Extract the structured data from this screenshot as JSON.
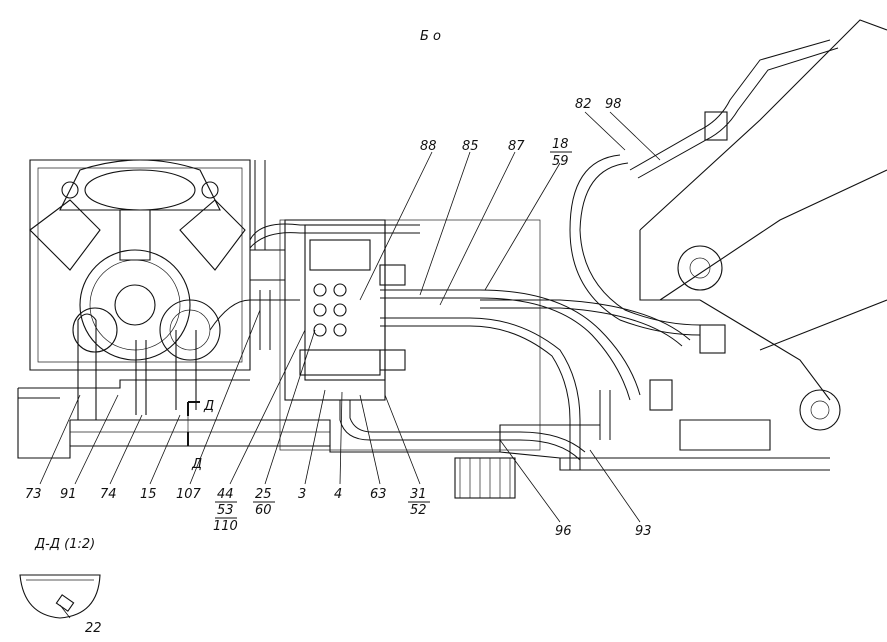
{
  "drawing": {
    "view_title": "Б о",
    "section_title": "Д-Д (1:2)",
    "section_mark": "Д",
    "callouts": {
      "c73": "73",
      "c91": "91",
      "c74": "74",
      "c15": "15",
      "c107": "107",
      "c44": "44",
      "c53": "53",
      "c110": "110",
      "c25": "25",
      "c60": "60",
      "c3": "3",
      "c4": "4",
      "c63": "63",
      "c31": "31",
      "c52": "52",
      "c96": "96",
      "c93": "93",
      "c88": "88",
      "c85": "85",
      "c87": "87",
      "c18": "18",
      "c59": "59",
      "c82": "82",
      "c98": "98",
      "c22": "22"
    }
  }
}
